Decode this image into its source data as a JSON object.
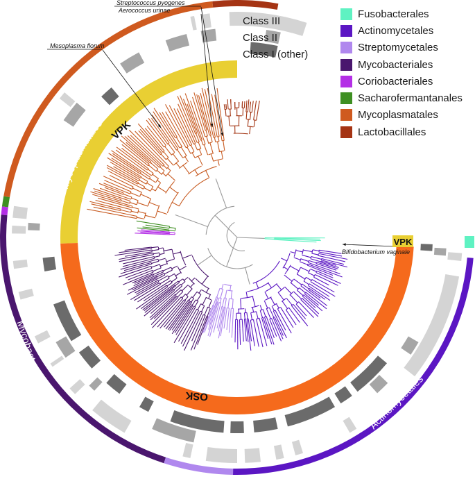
{
  "legend": {
    "items": [
      {
        "label": "Fusobacterales",
        "color": "#5ff2c2"
      },
      {
        "label": "Actinomycetales",
        "color": "#5b16c3"
      },
      {
        "label": "Streptomycetales",
        "color": "#b088ee"
      },
      {
        "label": "Mycobacteriales",
        "color": "#4a166e"
      },
      {
        "label": "Coriobacteriales",
        "color": "#b42fe6"
      },
      {
        "label": "Sacharofermantanales",
        "color": "#3e8f22"
      },
      {
        "label": "Mycoplasmatales",
        "color": "#cf5a1f"
      },
      {
        "label": "Lactobacillales",
        "color": "#a53414"
      }
    ]
  },
  "class_key": {
    "items": [
      {
        "label": "Class III",
        "color": "#d4d4d4"
      },
      {
        "label": "Class II",
        "color": "#a6a6a6"
      },
      {
        "label": "Class I (other)",
        "color": "#6b6b6b"
      }
    ]
  },
  "arcs": {
    "vpk_top": "VPK",
    "vpk_right": "VPK",
    "osk": "OSK",
    "vpk_color": "#e9cf33",
    "osk_color": "#f56a1c"
  },
  "clade_labels": {
    "mycoplasmatales": "Mycoplasmatales",
    "mycobacteriales": "Mycobacteriales",
    "actinomycetales": "Actinomycetales"
  },
  "species": {
    "streptococcus": "Streptococcus pyogenes",
    "aerococcus": "Aerococcus urinae",
    "mesoplasma": "Mesoplasma florum",
    "bifidobacterium": "Bifidobacterium vaginale"
  },
  "branch_colors": {
    "mycoplasma": "#c75a20",
    "lacto": "#a33614",
    "actino": "#5b16c3",
    "myco": "#4a166e",
    "strepto": "#b088ee",
    "fuso": "#5ff2c2",
    "corio": "#b42fe6",
    "sachar": "#3e8f22",
    "backbone": "#9a9a9a"
  }
}
